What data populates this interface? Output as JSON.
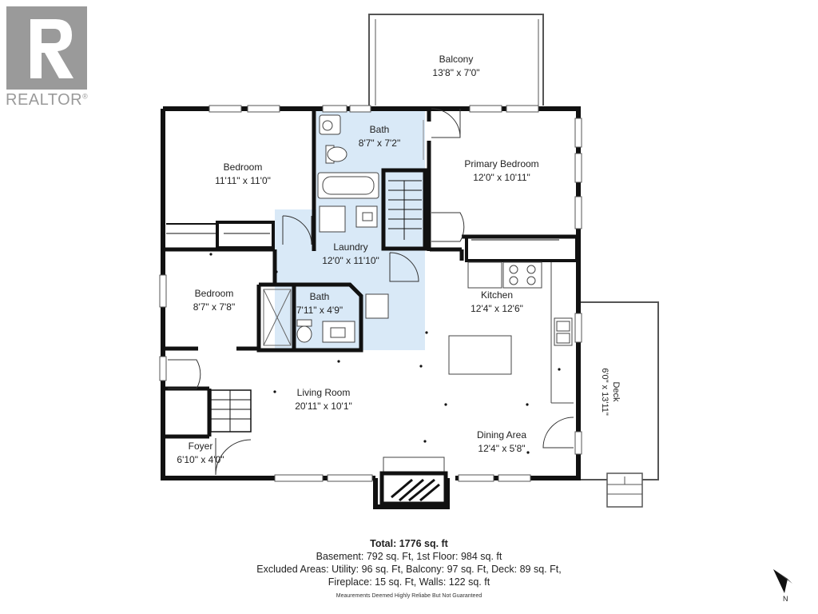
{
  "logo": {
    "brand": "REALTOR",
    "mark": "®"
  },
  "rooms": [
    {
      "id": "balcony",
      "name": "Balcony",
      "dims": "13'8\" x 7'0\""
    },
    {
      "id": "bath-upper",
      "name": "Bath",
      "dims": "8'7\" x 7'2\""
    },
    {
      "id": "primary-bedroom",
      "name": "Primary Bedroom",
      "dims": "12'0\" x 10'11\""
    },
    {
      "id": "bedroom-1",
      "name": "Bedroom",
      "dims": "11'11\" x 11'0\""
    },
    {
      "id": "laundry",
      "name": "Laundry",
      "dims": "12'0\" x 11'10\""
    },
    {
      "id": "bedroom-2",
      "name": "Bedroom",
      "dims": "8'7\" x 7'8\""
    },
    {
      "id": "bath-lower",
      "name": "Bath",
      "dims": "7'11\" x 4'9\""
    },
    {
      "id": "kitchen",
      "name": "Kitchen",
      "dims": "12'4\" x 12'6\""
    },
    {
      "id": "living-room",
      "name": "Living Room",
      "dims": "20'11\" x 10'1\""
    },
    {
      "id": "dining-area",
      "name": "Dining Area",
      "dims": "12'4\" x 5'8\""
    },
    {
      "id": "foyer",
      "name": "Foyer",
      "dims": "6'10\" x 4'0\""
    }
  ],
  "deck": {
    "name": "Deck",
    "dims": "6'0\" x 13'11\""
  },
  "summary": {
    "total": "Total: 1776 sq. ft",
    "line1": "Basement: 792 sq. Ft, 1st Floor: 984 sq. ft",
    "line2": "Excluded Areas: Utility: 96 sq. Ft, Balcony: 97 sq. Ft, Deck: 89 sq. Ft,",
    "line3": "Fireplace: 15 sq. Ft, Walls: 122 sq. ft"
  },
  "disclaimer": "Meaurements Deemed Highly Reliabe But Not Guaranteed",
  "compass": {
    "label": "N"
  },
  "colors": {
    "wall": "#111111",
    "wet_area": "#d9e9f7",
    "logo_gray": "#9a9a9a"
  }
}
